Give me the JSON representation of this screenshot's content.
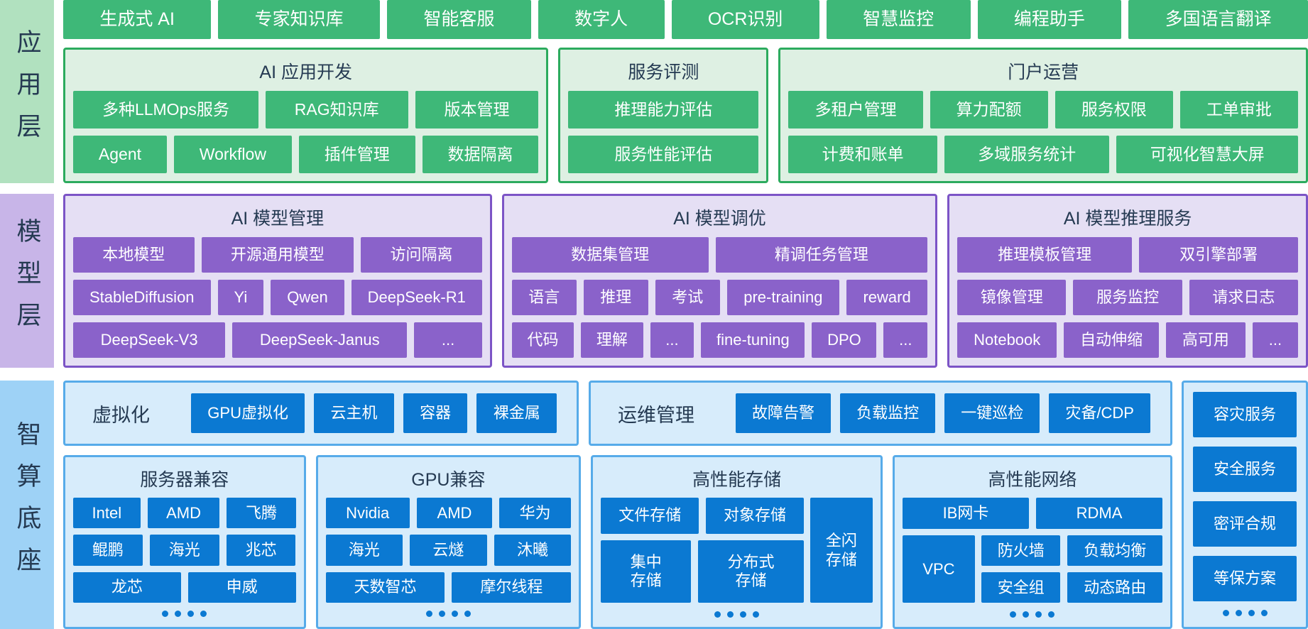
{
  "colors": {
    "green_chip": "#3eb878",
    "green_panel_bg": "#def0e3",
    "green_panel_border": "#2cab5e",
    "green_label_bg": "#b1e1bf",
    "purple_chip": "#8a62ca",
    "purple_panel_bg": "#e5dff4",
    "purple_panel_border": "#7c54c6",
    "purple_label_bg": "#c8b5e8",
    "blue_chip": "#0b79d2",
    "blue_panel_bg": "#d7ecfb",
    "blue_panel_border": "#57abe9",
    "blue_label_bg": "#9ed2f6",
    "title_text": "#253a52"
  },
  "application_layer": {
    "label": "应用层",
    "top_services": [
      "生成式 AI",
      "专家知识库",
      "智能客服",
      "数字人",
      "OCR识别",
      "智慧监控",
      "编程助手",
      "多国语言翻译"
    ],
    "panels": {
      "ai_app_dev": {
        "title": "AI 应用开发",
        "rows": [
          [
            "多种LLMOps服务",
            "RAG知识库",
            "版本管理"
          ],
          [
            "Agent",
            "Workflow",
            "插件管理",
            "数据隔离"
          ]
        ]
      },
      "service_eval": {
        "title": "服务评测",
        "rows": [
          [
            "推理能力评估"
          ],
          [
            "服务性能评估"
          ]
        ]
      },
      "portal_ops": {
        "title": "门户运营",
        "rows": [
          [
            "多租户管理",
            "算力配额",
            "服务权限",
            "工单审批"
          ],
          [
            "计费和账单",
            "多域服务统计",
            "可视化智慧大屏"
          ]
        ]
      }
    }
  },
  "model_layer": {
    "label": "模型层",
    "panels": {
      "model_mgmt": {
        "title": "AI 模型管理",
        "rows": [
          [
            "本地模型",
            "开源通用模型",
            "访问隔离"
          ],
          [
            "StableDiffusion",
            "Yi",
            "Qwen",
            "DeepSeek-R1"
          ],
          [
            "DeepSeek-V3",
            "DeepSeek-Janus",
            "..."
          ]
        ]
      },
      "model_tuning": {
        "title": "AI 模型调优",
        "rows": [
          [
            "数据集管理",
            "精调任务管理"
          ],
          [
            "语言",
            "推理",
            "考试",
            "pre-training",
            "reward"
          ],
          [
            "代码",
            "理解",
            "...",
            "fine-tuning",
            "DPO",
            "..."
          ]
        ]
      },
      "model_inference": {
        "title": "AI 模型推理服务",
        "rows": [
          [
            "推理模板管理",
            "双引擎部署"
          ],
          [
            "镜像管理",
            "服务监控",
            "请求日志"
          ],
          [
            "Notebook",
            "自动伸缩",
            "高可用",
            "..."
          ]
        ]
      }
    }
  },
  "infra_layer": {
    "label": "智算底座",
    "virtualization": {
      "label": "虚拟化",
      "chips": [
        "GPU虚拟化",
        "云主机",
        "容器",
        "裸金属"
      ]
    },
    "ops_mgmt": {
      "label": "运维管理",
      "chips": [
        "故障告警",
        "负载监控",
        "一键巡检",
        "灾备/CDP"
      ]
    },
    "security_column": {
      "chips": [
        "容灾服务",
        "安全服务",
        "密评合规",
        "等保方案"
      ]
    },
    "server_compat": {
      "title": "服务器兼容",
      "rows": [
        [
          "Intel",
          "AMD",
          "飞腾"
        ],
        [
          "鲲鹏",
          "海光",
          "兆芯"
        ],
        [
          "龙芯",
          "申威"
        ]
      ]
    },
    "gpu_compat": {
      "title": "GPU兼容",
      "rows": [
        [
          "Nvidia",
          "AMD",
          "华为"
        ],
        [
          "海光",
          "云燧",
          "沐曦"
        ],
        [
          "天数智芯",
          "摩尔线程"
        ]
      ]
    },
    "hp_storage": {
      "title": "高性能存储",
      "row1": [
        "文件存储",
        "对象存储"
      ],
      "row2": [
        "集中\n存储",
        "分布式\n存储"
      ],
      "tall": "全闪\n存储"
    },
    "hp_network": {
      "title": "高性能网络",
      "row1": [
        "IB网卡",
        "RDMA"
      ],
      "tall": "VPC",
      "grid": [
        [
          "防火墙",
          "负载均衡"
        ],
        [
          "安全组",
          "动态路由"
        ]
      ]
    }
  }
}
